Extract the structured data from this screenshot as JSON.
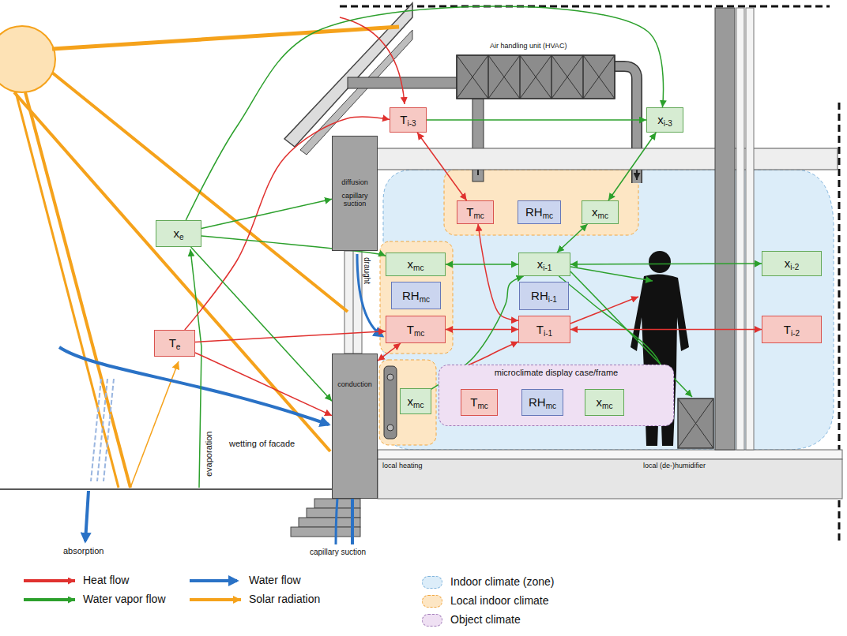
{
  "diagram": {
    "nodes": [
      {
        "text": [
          "Ti-3"
        ]
      },
      {
        "text": [
          "xi-3"
        ]
      },
      {
        "text": [
          "Tmc"
        ]
      },
      {
        "text": [
          "RHmc"
        ]
      },
      {
        "text": [
          "xmc"
        ]
      },
      {
        "text": [
          "diffusion",
          "capillary suction"
        ]
      },
      {
        "text": [
          "xe"
        ]
      },
      {
        "text": [
          "xmc"
        ]
      },
      {
        "text": [
          "xi-1"
        ]
      },
      {
        "text": [
          "xi-2"
        ]
      },
      {
        "text": [
          "RHmc"
        ]
      },
      {
        "text": [
          "RHi-1"
        ]
      },
      {
        "text": [
          "Tmc"
        ]
      },
      {
        "text": [
          "Ti-1"
        ]
      },
      {
        "text": [
          "Ti-2"
        ]
      },
      {
        "text": [
          "Te"
        ]
      },
      {
        "text": [
          "conduction"
        ]
      },
      {
        "text": [
          "xmc"
        ]
      },
      {
        "text": [
          "microclimate display case/frame"
        ]
      },
      {
        "text": [
          "Tmc"
        ],
        "in": 18
      },
      {
        "text": [
          "RHmc"
        ],
        "in": 18
      },
      {
        "text": [
          "xmc"
        ],
        "in": 18
      }
    ],
    "edges": [
      {
        "from": 15,
        "to": 0,
        "arrow": "to"
      },
      {
        "from": 15,
        "to": 12,
        "arrow": "to"
      },
      {
        "from": 15,
        "to": 16,
        "arrow": "to"
      },
      {
        "from": 0,
        "to": 2,
        "arrow": "both"
      },
      {
        "from": 2,
        "to": 13,
        "arrow": "both"
      },
      {
        "from": 12,
        "to": 13,
        "arrow": "both"
      },
      {
        "from": 13,
        "to": 14,
        "arrow": "both"
      },
      {
        "from": 13,
        "to": 19,
        "arrow": "both"
      },
      {
        "from": 16,
        "to": 12,
        "arrow": "both"
      },
      {
        "from": 6,
        "to": 1,
        "arrow": "to"
      },
      {
        "from": 6,
        "to": 5,
        "arrow": "to"
      },
      {
        "from": 6,
        "to": 7,
        "arrow": "to"
      },
      {
        "from": 6,
        "to": 16,
        "arrow": "to"
      },
      {
        "from": 4,
        "to": 1,
        "arrow": "both"
      },
      {
        "from": 4,
        "to": 8,
        "arrow": "both"
      },
      {
        "from": 8,
        "to": 9,
        "arrow": "both"
      },
      {
        "from": 8,
        "to": 7,
        "arrow": "both"
      },
      {
        "from": 8,
        "to": 21,
        "arrow": "to"
      },
      {
        "from": 17,
        "to": 8,
        "arrow": "to"
      },
      {
        "from": 0,
        "to": 1,
        "arrow": "to"
      }
    ],
    "labels": [
      "Air handling unit (HVAC)",
      "draught",
      "evaporation",
      "wetting of facade",
      "absorption",
      "capillary suction",
      "local heating",
      "local (de-)humidifier"
    ],
    "legend": [
      {
        "text": "Heat flow"
      },
      {
        "text": "Water vapor flow"
      },
      {
        "text": "Water flow"
      },
      {
        "text": "Solar radiation"
      },
      {
        "text": "Indoor climate (zone)",
        "color": "#dcedf9"
      },
      {
        "text": "Local indoor climate",
        "color": "#fde6c4"
      },
      {
        "text": "Object climate",
        "color": "#efe0f3"
      }
    ]
  }
}
